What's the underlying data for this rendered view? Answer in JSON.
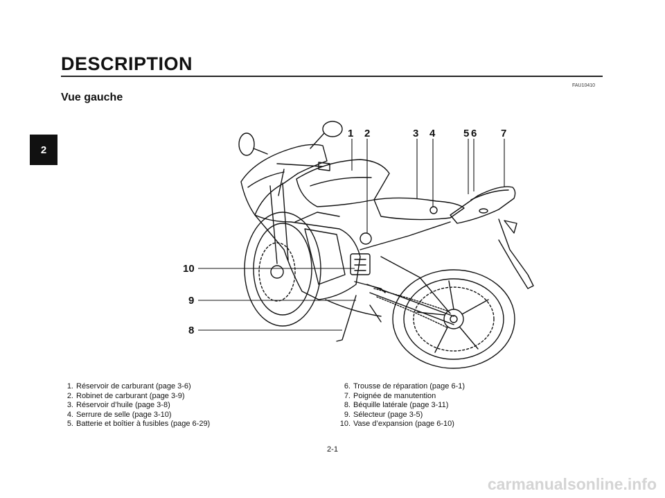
{
  "chapter_tab": "2",
  "heading": "DESCRIPTION",
  "ref_code": "FAU10410",
  "subheading": "Vue gauche",
  "figure": {
    "callouts_top": [
      "1",
      "2",
      "3",
      "4",
      "5",
      "6",
      "7"
    ],
    "callouts_left": [
      "10",
      "9",
      "8"
    ]
  },
  "legend_left": [
    {
      "num": "1.",
      "text": "Réservoir de carburant (page 3-6)"
    },
    {
      "num": "2.",
      "text": "Robinet de carburant (page 3-9)"
    },
    {
      "num": "3.",
      "text": "Réservoir d’huile (page 3-8)"
    },
    {
      "num": "4.",
      "text": "Serrure de selle (page 3-10)"
    },
    {
      "num": "5.",
      "text": "Batterie et boîtier à fusibles (page 6-29)"
    }
  ],
  "legend_right": [
    {
      "num": "6.",
      "text": "Trousse de réparation (page 6-1)"
    },
    {
      "num": "7.",
      "text": "Poignée de manutention"
    },
    {
      "num": "8.",
      "text": "Béquille latérale (page 3-11)"
    },
    {
      "num": "9.",
      "text": "Sélecteur (page 3-5)"
    },
    {
      "num": "10.",
      "text": "Vase d’expansion (page 6-10)"
    }
  ],
  "page_number": "2-1",
  "watermark": "carmanualsonline.info"
}
